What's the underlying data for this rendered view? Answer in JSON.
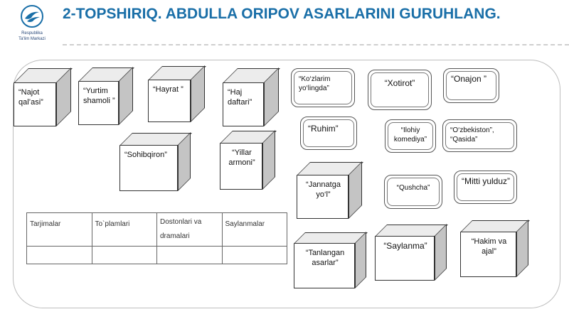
{
  "logo": {
    "line1": "Respublika",
    "line2": "Ta'lim Markazi"
  },
  "title": "2-TOPSHIRIQ. ABDULLA ORIPOV ASARLARINI GURUHLANG.",
  "cubes": [
    "“Najot qal’asi”",
    "“Yurtim shamoli ”",
    "“Hayrat ”",
    "“Haj daftari”",
    "“Sohibqiron”",
    "“Yillar armoni”",
    "“Jannatga yo‘l”",
    "“Tanlangan asarlar”",
    "“Saylanma”",
    "“Hakim va ajal”"
  ],
  "plaques": [
    "“Ko‘zlarim yo‘lingda”",
    "“Xotirot”",
    "“Onajon ”",
    "“Ruhim”",
    "“Ilohiy komediya”",
    "“O‘zbekiston”, “Qasida”",
    "“Qushcha”",
    "“Mitti yulduz”"
  ],
  "table": {
    "headers": [
      "Tarjimalar",
      "To`plamlari",
      "Dostonlari va dramalari",
      "Saylanmalar"
    ]
  }
}
